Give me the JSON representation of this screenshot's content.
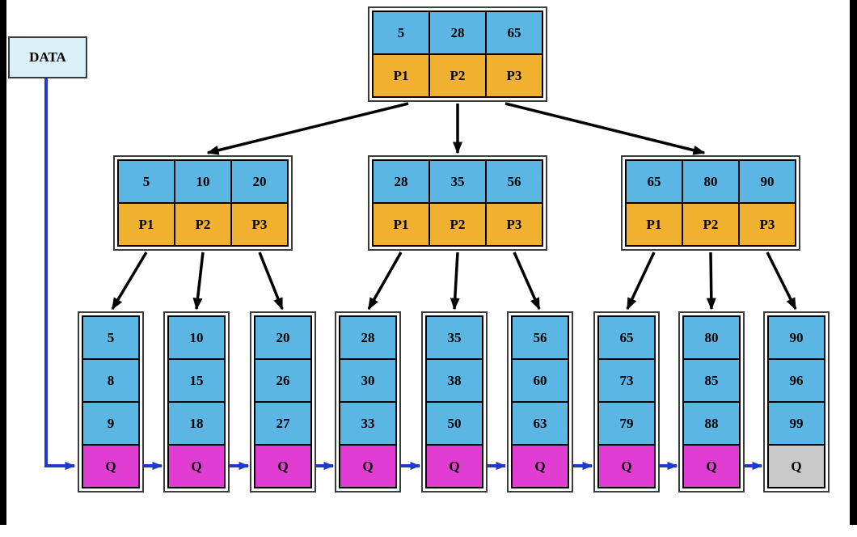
{
  "data_label": "DATA",
  "root": {
    "keys": [
      "5",
      "28",
      "65"
    ],
    "pointers": [
      "P1",
      "P2",
      "P3"
    ]
  },
  "internal_nodes": [
    {
      "keys": [
        "5",
        "10",
        "20"
      ],
      "pointers": [
        "P1",
        "P2",
        "P3"
      ]
    },
    {
      "keys": [
        "28",
        "35",
        "56"
      ],
      "pointers": [
        "P1",
        "P2",
        "P3"
      ]
    },
    {
      "keys": [
        "65",
        "80",
        "90"
      ],
      "pointers": [
        "P1",
        "P2",
        "P3"
      ]
    }
  ],
  "leaves": [
    {
      "values": [
        "5",
        "8",
        "9"
      ],
      "tail": "Q"
    },
    {
      "values": [
        "10",
        "15",
        "18"
      ],
      "tail": "Q"
    },
    {
      "values": [
        "20",
        "26",
        "27"
      ],
      "tail": "Q"
    },
    {
      "values": [
        "28",
        "30",
        "33"
      ],
      "tail": "Q"
    },
    {
      "values": [
        "35",
        "38",
        "50"
      ],
      "tail": "Q"
    },
    {
      "values": [
        "56",
        "60",
        "63"
      ],
      "tail": "Q"
    },
    {
      "values": [
        "65",
        "73",
        "79"
      ],
      "tail": "Q"
    },
    {
      "values": [
        "80",
        "85",
        "88"
      ],
      "tail": "Q"
    },
    {
      "values": [
        "90",
        "96",
        "99"
      ],
      "tail": "Q"
    }
  ],
  "colors": {
    "key_cell": "#5cb6e4",
    "pointer_cell": "#f0b22e",
    "queue_cell": "#e23dd3",
    "queue_end_cell": "#c9c9c9",
    "data_box": "#d9f1f6",
    "node_border": "#3c3c3c",
    "tree_arrow": "#000000",
    "list_arrow": "#2038cc"
  }
}
